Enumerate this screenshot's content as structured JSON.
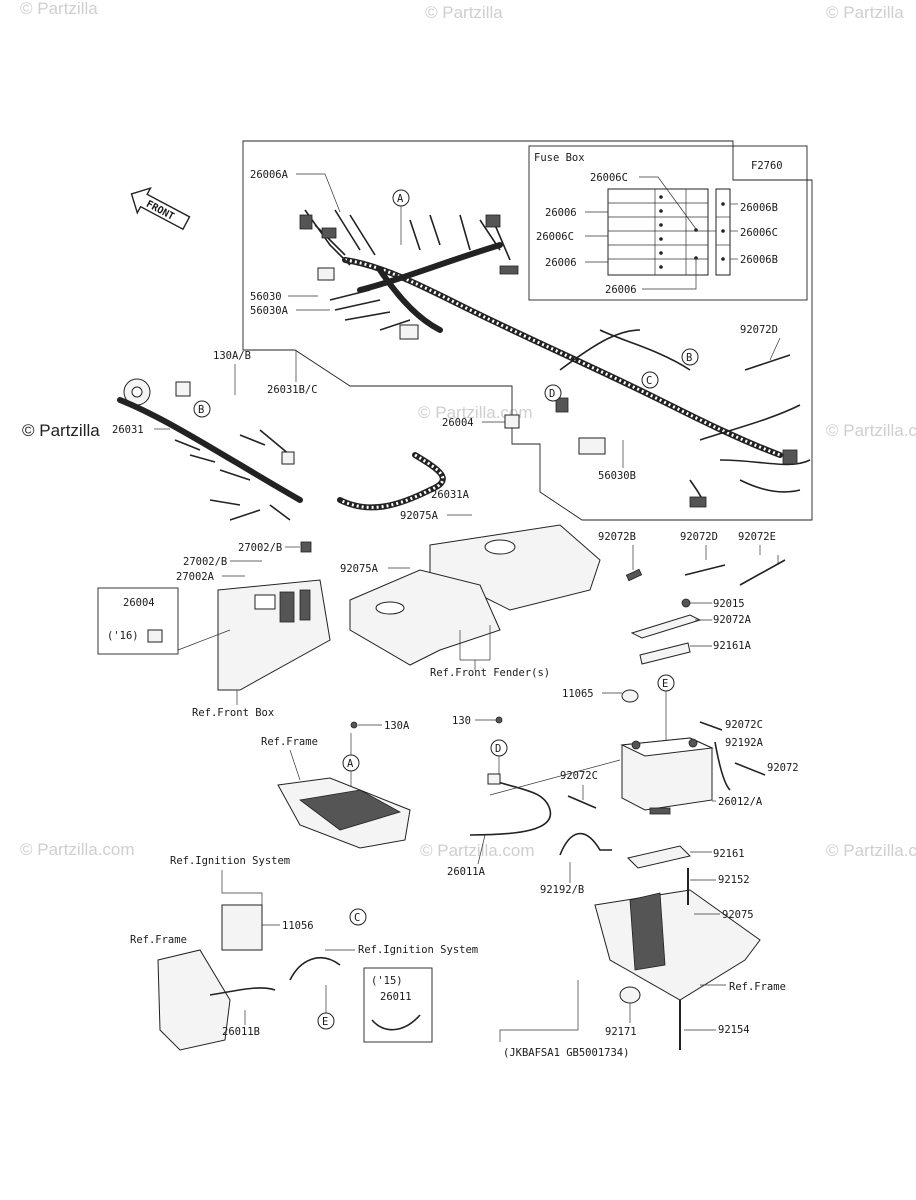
{
  "watermarks": [
    "© Partzilla",
    "© Partzilla.com",
    "© Partzilla.com",
    "© Partzilla.com",
    "© Partzilla.com",
    "© Partzilla.com"
  ],
  "figure_code": "F2760",
  "front_arrow": "FRONT",
  "fuse_box": {
    "title": "Fuse Box",
    "left_labels": [
      "26006C",
      "26006",
      "26006C",
      "26006",
      "26006"
    ],
    "right_labels": [
      "26006B",
      "26006C",
      "26006B"
    ]
  },
  "callouts": {
    "A": "A",
    "B": "B",
    "C": "C",
    "D": "D",
    "E": "E"
  },
  "labels": {
    "p26006A": "26006A",
    "p56030": "56030",
    "p56030A": "56030A",
    "p26031BC": "26031B/C",
    "p130AB": "130A/B",
    "p26031": "26031",
    "p92072D_top": "92072D",
    "p26004_mid": "26004",
    "p56030B": "56030B",
    "p26031A": "26031A",
    "p92075A_1": "92075A",
    "p92075A_2": "92075A",
    "p27002B_1": "27002/B",
    "p27002B_2": "27002/B",
    "p27002A": "27002A",
    "p26004_box": "26004",
    "p16": "('16)",
    "ref_front_box": "Ref.Front Box",
    "ref_front_fender": "Ref.Front Fender(s)",
    "p92072B": "92072B",
    "p92072D": "92072D",
    "p92072E": "92072E",
    "p92015": "92015",
    "p92072A": "92072A",
    "p92161A": "92161A",
    "p11065": "11065",
    "p130A": "130A",
    "p130": "130",
    "ref_frame_1": "Ref.Frame",
    "p92072C_1": "92072C",
    "p92192A": "92192A",
    "p92072C_2": "92072C",
    "p92072": "92072",
    "p26012A": "26012/A",
    "p26011A": "26011A",
    "p92161": "92161",
    "p92192B": "92192/B",
    "p92152": "92152",
    "ref_ignition_1": "Ref.Ignition System",
    "p11056": "11056",
    "p92075": "92075",
    "ref_frame_2": "Ref.Frame",
    "ref_ignition_2": "Ref.Ignition System",
    "ref_frame_3": "Ref.Frame",
    "p15": "('15)",
    "p26011": "26011",
    "p26011B": "26011B",
    "p92171": "92171",
    "p92154": "92154",
    "catalog": "(JKBAFSA1 GB5001734)"
  }
}
